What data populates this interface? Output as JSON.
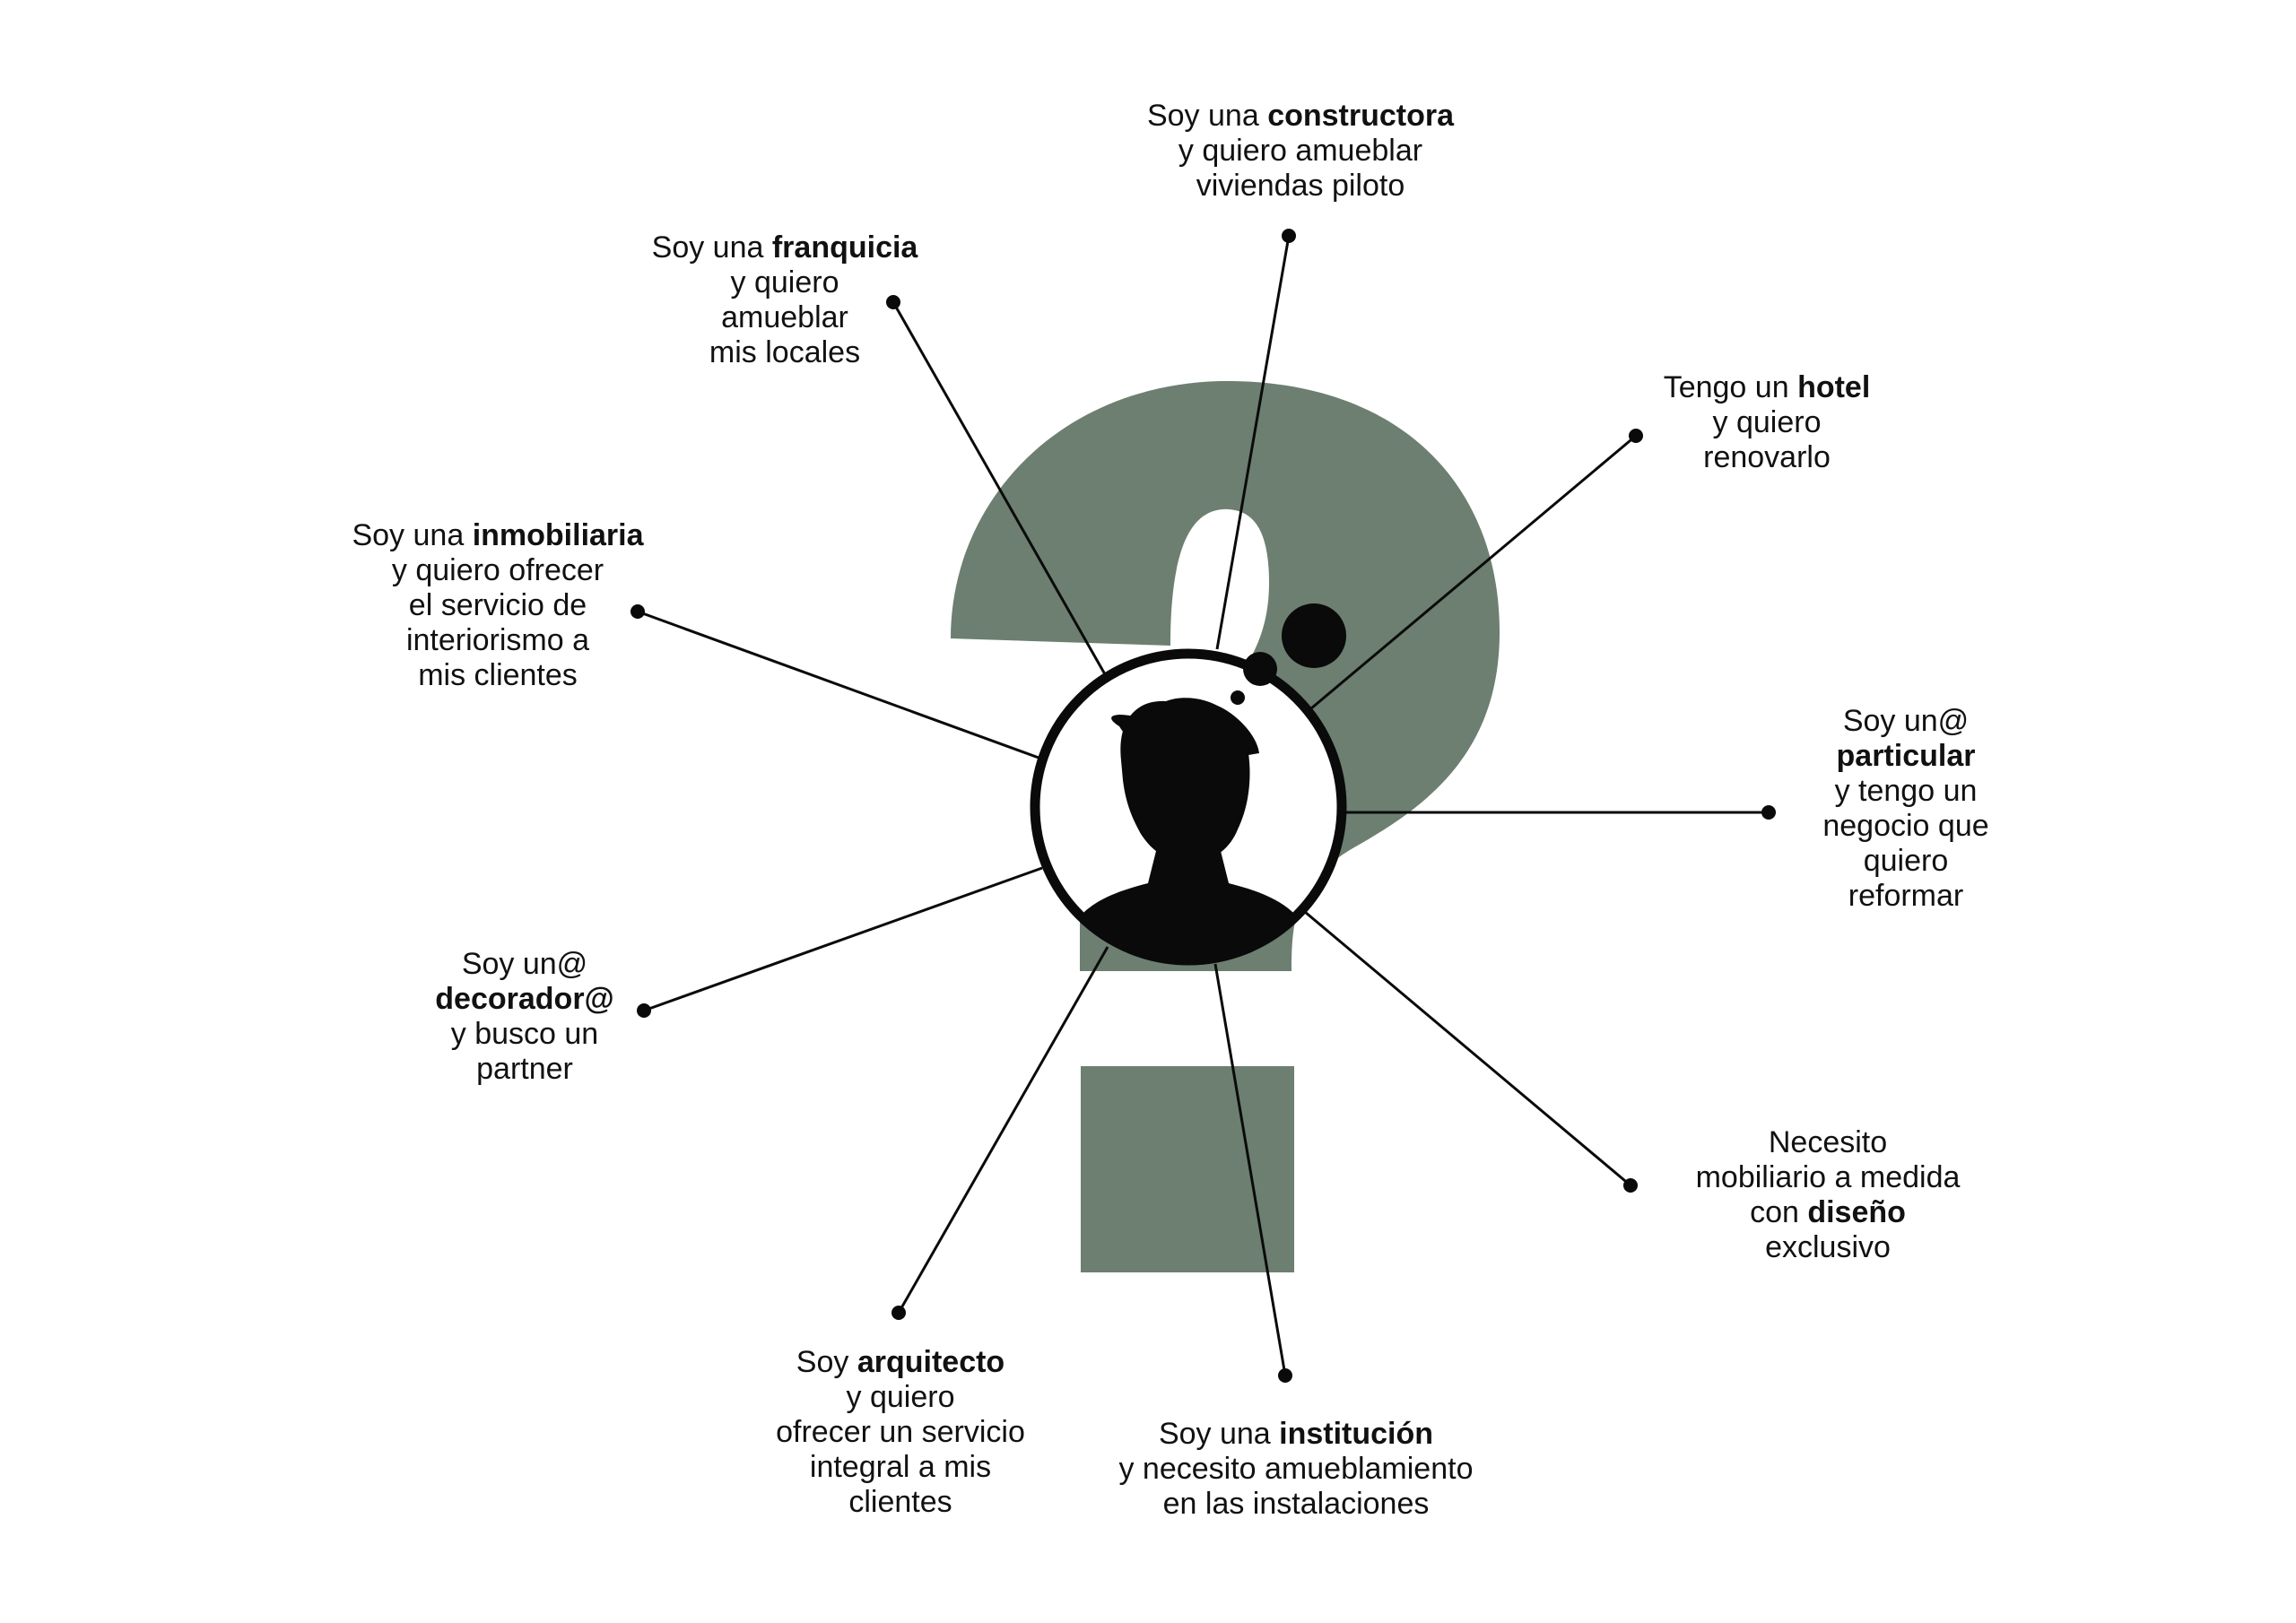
{
  "colors": {
    "question_mark": "#6c7f71",
    "ink": "#0a0a0a",
    "background": "#ffffff"
  },
  "icons": {
    "center": "person-silhouette-icon",
    "thought": "thought-bubble-icon",
    "background": "question-mark-icon"
  },
  "labels": [
    {
      "id": "constructora",
      "lines": [
        [
          {
            "t": "Soy una "
          },
          {
            "t": "constructora",
            "b": true
          }
        ],
        [
          {
            "t": "y quiero amueblar"
          }
        ],
        [
          {
            "t": "viviendas piloto"
          }
        ]
      ]
    },
    {
      "id": "franquicia",
      "lines": [
        [
          {
            "t": "Soy una "
          },
          {
            "t": "franquicia",
            "b": true
          }
        ],
        [
          {
            "t": "y quiero"
          }
        ],
        [
          {
            "t": "amueblar"
          }
        ],
        [
          {
            "t": "mis locales"
          }
        ]
      ]
    },
    {
      "id": "hotel",
      "lines": [
        [
          {
            "t": "Tengo un "
          },
          {
            "t": "hotel",
            "b": true
          }
        ],
        [
          {
            "t": "y quiero"
          }
        ],
        [
          {
            "t": "renovarlo"
          }
        ]
      ]
    },
    {
      "id": "inmobiliaria",
      "lines": [
        [
          {
            "t": "Soy una "
          },
          {
            "t": "inmobiliaria",
            "b": true
          }
        ],
        [
          {
            "t": "y quiero ofrecer"
          }
        ],
        [
          {
            "t": "el servicio de"
          }
        ],
        [
          {
            "t": "interiorismo a"
          }
        ],
        [
          {
            "t": "mis clientes"
          }
        ]
      ]
    },
    {
      "id": "particular",
      "lines": [
        [
          {
            "t": "Soy un@"
          }
        ],
        [
          {
            "t": "particular",
            "b": true
          }
        ],
        [
          {
            "t": "y tengo un"
          }
        ],
        [
          {
            "t": "negocio que"
          }
        ],
        [
          {
            "t": "quiero"
          }
        ],
        [
          {
            "t": "reformar"
          }
        ]
      ]
    },
    {
      "id": "decorador",
      "lines": [
        [
          {
            "t": "Soy un@"
          }
        ],
        [
          {
            "t": "decorador@",
            "b": true
          }
        ],
        [
          {
            "t": "y busco un"
          }
        ],
        [
          {
            "t": "partner"
          }
        ]
      ]
    },
    {
      "id": "diseno",
      "lines": [
        [
          {
            "t": "Necesito"
          }
        ],
        [
          {
            "t": "mobiliario a medida"
          }
        ],
        [
          {
            "t": "con "
          },
          {
            "t": "diseño",
            "b": true
          }
        ],
        [
          {
            "t": "exclusivo"
          }
        ]
      ]
    },
    {
      "id": "arquitecto",
      "lines": [
        [
          {
            "t": "Soy "
          },
          {
            "t": "arquitecto",
            "b": true
          }
        ],
        [
          {
            "t": "y quiero"
          }
        ],
        [
          {
            "t": "ofrecer un servicio"
          }
        ],
        [
          {
            "t": "integral a mis"
          }
        ],
        [
          {
            "t": "clientes"
          }
        ]
      ]
    },
    {
      "id": "institucion",
      "lines": [
        [
          {
            "t": "Soy una "
          },
          {
            "t": "institución",
            "b": true
          }
        ],
        [
          {
            "t": "y necesito amueblamiento"
          }
        ],
        [
          {
            "t": "en las instalaciones"
          }
        ]
      ]
    }
  ]
}
